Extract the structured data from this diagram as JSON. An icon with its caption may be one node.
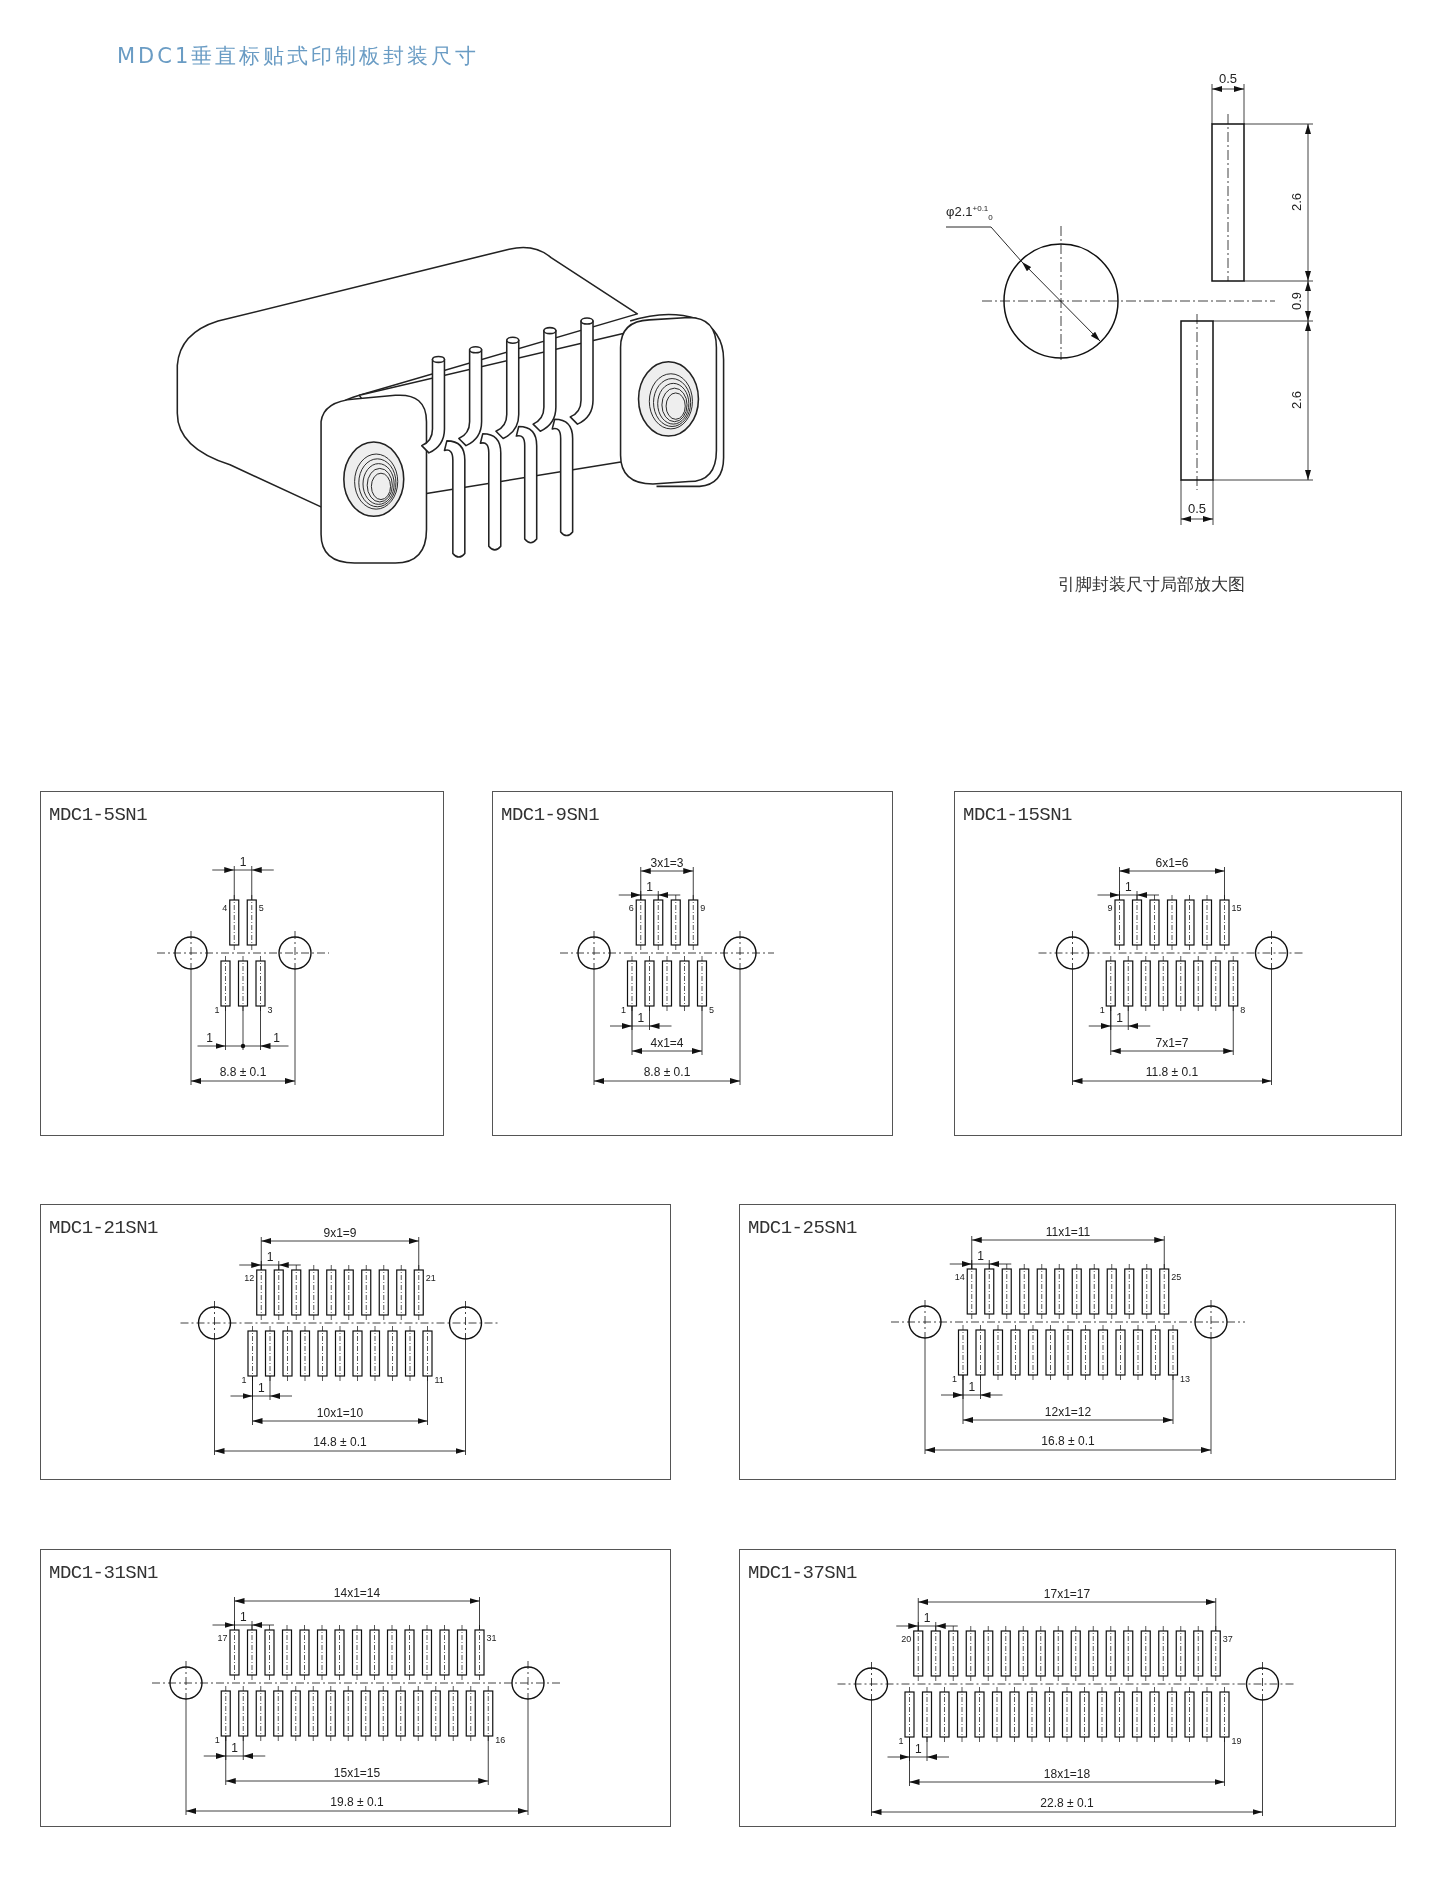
{
  "diagram": {
    "title": "MDC1垂直标贴式印制板封装尺寸",
    "nodes": [
      {
        "text": [
          "MDC1-5SN1",
          "1",
          "4",
          "5",
          "1",
          "3",
          "1",
          "1",
          "8.8 ± 0.1"
        ]
      },
      {
        "text": [
          "MDC1-9SN1",
          "3x1=3",
          "1",
          "6",
          "9",
          "1",
          "5",
          "1",
          "4x1=4",
          "8.8 ± 0.1"
        ]
      },
      {
        "text": [
          "MDC1-15SN1",
          "6x1=6",
          "1",
          "9",
          "15",
          "1",
          "8",
          "1",
          "7x1=7",
          "11.8 ± 0.1"
        ]
      },
      {
        "text": [
          "MDC1-21SN1",
          "9x1=9",
          "1",
          "12",
          "21",
          "1",
          "11",
          "1",
          "10x1=10",
          "14.8 ± 0.1"
        ]
      },
      {
        "text": [
          "MDC1-25SN1",
          "11x1=11",
          "1",
          "14",
          "25",
          "1",
          "13",
          "1",
          "12x1=12",
          "16.8 ± 0.1"
        ]
      },
      {
        "text": [
          "MDC1-31SN1",
          "14x1=14",
          "1",
          "17",
          "31",
          "1",
          "16",
          "1",
          "15x1=15",
          "19.8 ± 0.1"
        ]
      },
      {
        "text": [
          "MDC1-37SN1",
          "17x1=17",
          "1",
          "20",
          "37",
          "1",
          "19",
          "1",
          "18x1=18",
          "22.8 ± 0.1"
        ]
      }
    ],
    "labels": [
      "0.5",
      "2.6",
      "φ2.1$^{+0.1}$$_{0}$",
      "0.9",
      "2.6",
      "0.5",
      "引脚封装尺寸局部放大图"
    ]
  }
}
